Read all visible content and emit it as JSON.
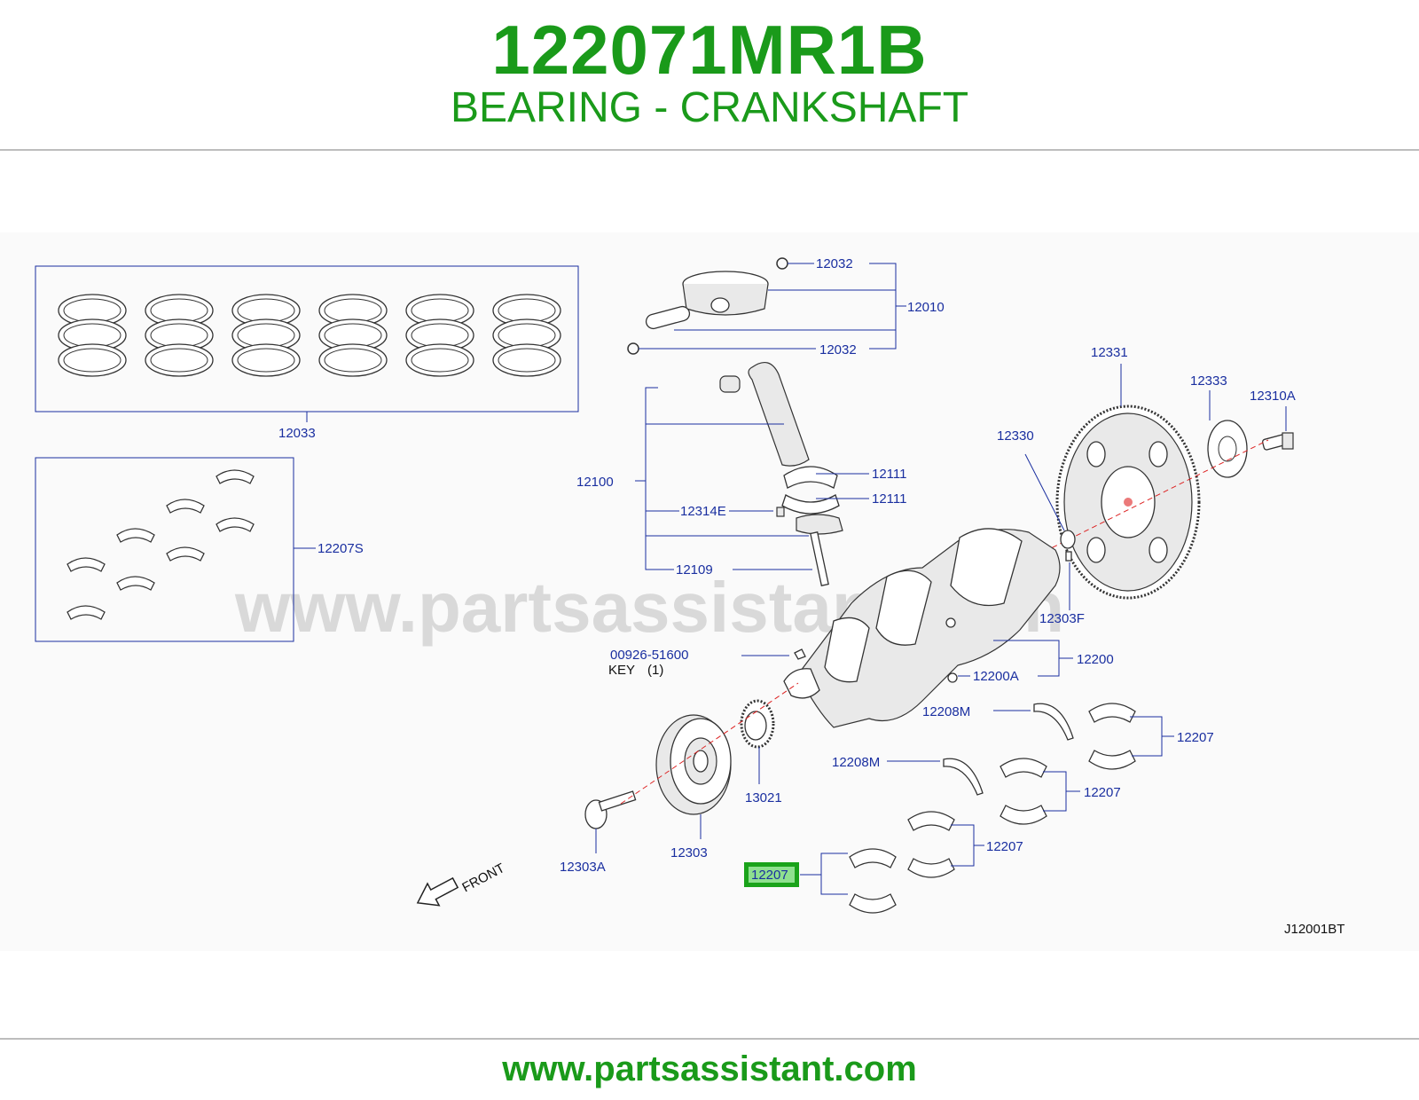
{
  "header": {
    "part_number": "122071MR1B",
    "part_description": "BEARING - CRANKSHAFT"
  },
  "diagram": {
    "watermark": "www.partsassistant.com",
    "figure_code": "J12001BT",
    "front_label": "FRONT",
    "callouts": {
      "c12032a": "12032",
      "c12010": "12010",
      "c12032b": "12032",
      "c12033": "12033",
      "c12100": "12100",
      "c12111a": "12111",
      "c12111b": "12111",
      "c12314E": "12314E",
      "c12109": "12109",
      "c12207S": "12207S",
      "c12331": "12331",
      "c12333": "12333",
      "c12310A": "12310A",
      "c12330": "12330",
      "c12303F": "12303F",
      "c00926": "00926-51600",
      "key": "KEY",
      "key_qty": "(1)",
      "c12200": "12200",
      "c12200A": "12200A",
      "c12208Ma": "12208M",
      "c12208Mb": "12208M",
      "c12207a": "12207",
      "c12207b": "12207",
      "c12207c": "12207",
      "c12207_highlight": "12207",
      "c13021": "13021",
      "c12303": "12303",
      "c12303A": "12303A"
    },
    "highlight_color": "#1aa31a"
  },
  "footer": {
    "url": "www.partsassistant.com"
  }
}
